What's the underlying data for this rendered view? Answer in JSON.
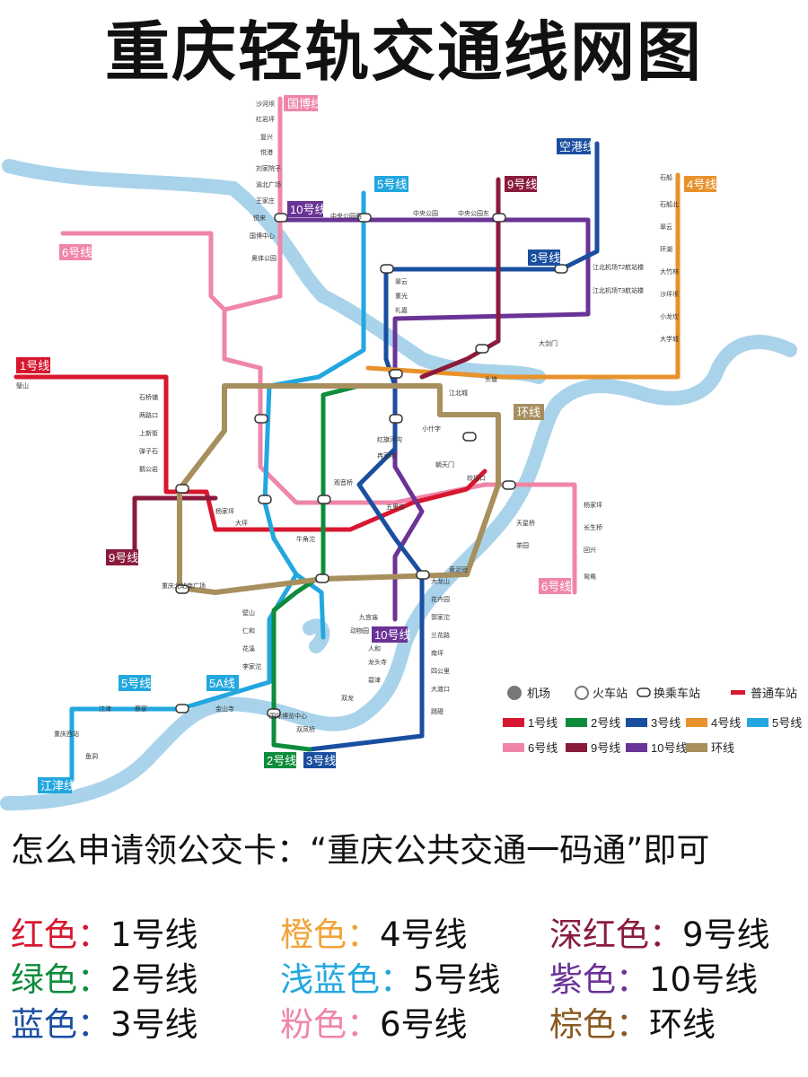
{
  "title": "重庆轻轨交通线网图",
  "map": {
    "line_badges": [
      {
        "id": "guobo",
        "label": "国博线",
        "color": "#ef86a8"
      },
      {
        "id": "l10top",
        "label": "10号线",
        "color": "#6a3396"
      },
      {
        "id": "l5top",
        "label": "5号线",
        "color": "#22a7df"
      },
      {
        "id": "l9top",
        "label": "9号线",
        "color": "#8a1b3c"
      },
      {
        "id": "konggang",
        "label": "空港线",
        "color": "#1a4ea0"
      },
      {
        "id": "l4top",
        "label": "4号线",
        "color": "#e8922c"
      },
      {
        "id": "l6left",
        "label": "6号线",
        "color": "#ef86a8"
      },
      {
        "id": "l3mid",
        "label": "3号线",
        "color": "#1a4ea0"
      },
      {
        "id": "l1left",
        "label": "1号线",
        "color": "#d7172f"
      },
      {
        "id": "huanxian",
        "label": "环线",
        "color": "#a78f5e"
      },
      {
        "id": "l9left",
        "label": "9号线",
        "color": "#8a1b3c"
      },
      {
        "id": "l6right",
        "label": "6号线",
        "color": "#ef86a8"
      },
      {
        "id": "l10bot",
        "label": "10号线",
        "color": "#6a3396"
      },
      {
        "id": "l5bot",
        "label": "5号线",
        "color": "#22a7df"
      },
      {
        "id": "l5a",
        "label": "5A线",
        "color": "#22a7df"
      },
      {
        "id": "l2bot",
        "label": "2号线",
        "color": "#0d8c3c"
      },
      {
        "id": "l3bot",
        "label": "3号线",
        "color": "#1a4ea0"
      },
      {
        "id": "jiangjin",
        "label": "江津线",
        "color": "#22a7df"
      }
    ],
    "stations": [
      "沙河坝",
      "红岩坪",
      "复兴",
      "悦港",
      "刘家院子",
      "渝北广场",
      "王家庄",
      "悦来",
      "国博中心",
      "奥体公园",
      "中央公园西",
      "中央公园",
      "中央公园东",
      "翠云",
      "重光",
      "礼嘉",
      "江北机场T2航站楼",
      "江北机场T3航站楼",
      "石船",
      "石船北",
      "翠云",
      "环湖",
      "大竹林",
      "沙坪坝",
      "小龙坎",
      "大学城",
      "璧山",
      "石桥铺",
      "两路口",
      "上新街",
      "弹子石",
      "鹅公岩",
      "杨家坪",
      "大坪",
      "牛角沱",
      "观音桥",
      "红旗河沟",
      "冉家坝",
      "江北城",
      "小什字",
      "较场口",
      "朝天门",
      "头塘",
      "大剑门",
      "重庆北站南广场",
      "重庆西站",
      "鱼洞",
      "江津",
      "蔡家",
      "金山寺",
      "国际博览中心",
      "双凤桥",
      "双龙",
      "碧津",
      "龙头寺",
      "人和",
      "大龙山",
      "花卉园",
      "郭家沱",
      "兰花路",
      "南坪",
      "四公里",
      "大渡口",
      "跳磴",
      "壁山",
      "仁和",
      "花溪",
      "李家沱",
      "九宫庙",
      "动物园",
      "杨家坪",
      "长生桥",
      "回兴",
      "鸳鸯",
      "天星桥",
      "茶园",
      "黄泥磅",
      "五里店"
    ],
    "legend": {
      "airport": "机场",
      "railway": "火车站",
      "transfer": "换乘车站",
      "normal": "普通车站",
      "lines": [
        {
          "label": "1号线",
          "color": "#d7172f"
        },
        {
          "label": "2号线",
          "color": "#0d8c3c"
        },
        {
          "label": "3号线",
          "color": "#1a4ea0"
        },
        {
          "label": "4号线",
          "color": "#e8922c"
        },
        {
          "label": "5号线",
          "color": "#22a7df"
        },
        {
          "label": "6号线",
          "color": "#ef86a8"
        },
        {
          "label": "9号线",
          "color": "#8a1b3c"
        },
        {
          "label": "10号线",
          "color": "#6a3396"
        },
        {
          "label": "环线",
          "color": "#a78f5e"
        }
      ]
    }
  },
  "tip": "怎么申请领公交卡：“重庆公共交通一码通”即可",
  "color_key": [
    {
      "key": "红色：",
      "value": "1号线",
      "color": "#d7172f"
    },
    {
      "key": "橙色：",
      "value": "4号线",
      "color": "#f0a43a"
    },
    {
      "key": "深红色：",
      "value": "9号线",
      "color": "#8a1b3c"
    },
    {
      "key": "绿色：",
      "value": "2号线",
      "color": "#0d8c3c"
    },
    {
      "key": "浅蓝色：",
      "value": "5号线",
      "color": "#22a7df"
    },
    {
      "key": "紫色：",
      "value": "10号线",
      "color": "#6a3396"
    },
    {
      "key": "蓝色：",
      "value": "3号线",
      "color": "#1a4ea0"
    },
    {
      "key": "粉色：",
      "value": "6号线",
      "color": "#ef86a8"
    },
    {
      "key": "棕色：",
      "value": "环线",
      "color": "#8a5a1f"
    }
  ]
}
